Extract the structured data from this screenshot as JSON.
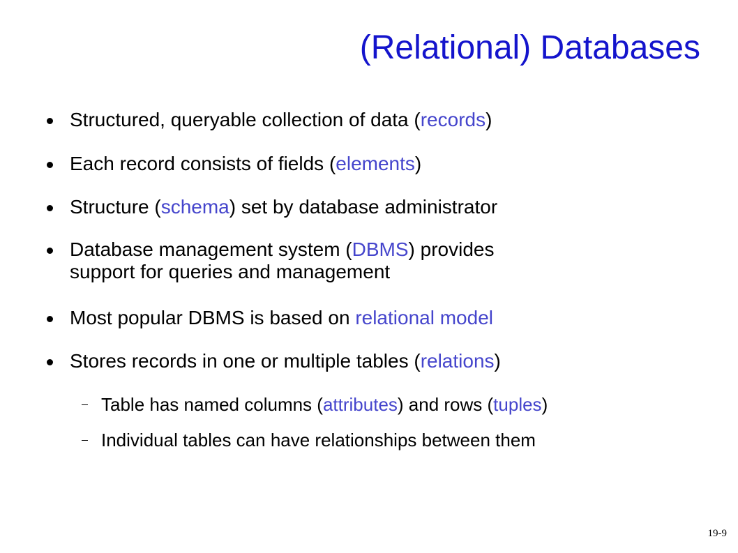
{
  "title": "(Relational) Databases",
  "page_number": "19-9",
  "colors": {
    "title": "#1414cc",
    "highlight": "#4545cc",
    "text": "#000000"
  },
  "bullets": [
    {
      "pre": "Structured, queryable collection of data (",
      "hl": "records",
      "post": ")"
    },
    {
      "pre": "Each record consists of fields (",
      "hl": "elements",
      "post": ")"
    },
    {
      "pre": "Structure (",
      "hl": "schema",
      "post": ") set by database administrator"
    },
    {
      "pre": "Database management system (",
      "hl": "DBMS",
      "post": ") provides",
      "line2": "support for queries and management"
    },
    {
      "pre": "Most popular DBMS is based on ",
      "hl": "relational model",
      "post": ""
    },
    {
      "pre": "Stores records in one or multiple tables (",
      "hl": "relations",
      "post": ")"
    }
  ],
  "sub_bullets": [
    {
      "pre": "Table has named columns (",
      "hl": "attributes",
      "mid": ") and rows (",
      "hl2": "tuples",
      "post": ")"
    },
    {
      "pre": "Individual tables can have relationships between them"
    }
  ]
}
